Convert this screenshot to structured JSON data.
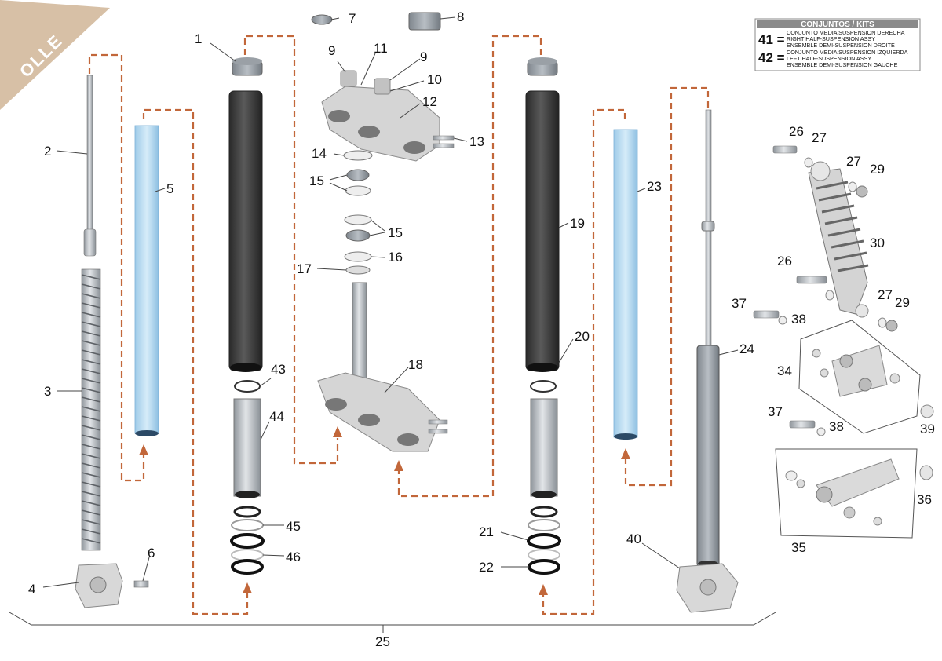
{
  "brand": {
    "text": "OLLE",
    "color": "#d7c0a6"
  },
  "kits_box": {
    "title": "CONJUNTOS / KITS",
    "entries": [
      {
        "num": "41 =",
        "lines": [
          "CONJUNTO MEDIA SUSPENSION DERECHA",
          "RIGHT HALF-SUSPENSION ASSY",
          "ENSEMBLE DEMI-SUSPENSION DROITE"
        ]
      },
      {
        "num": "42 =",
        "lines": [
          "CONJUNTO MEDIA SUSPENSION IZQUIERDA",
          "LEFT HALF-SUSPENSION ASSY",
          "ENSEMBLE DEMI-SUSPENSION GAUCHE"
        ]
      }
    ]
  },
  "colors": {
    "accent_dash": "#c2673a",
    "tube_blue": "#b9dcf2",
    "tube_dark": "#3a3a3a",
    "metal": "#c9c9c9"
  },
  "labels": {
    "n1": "1",
    "n2": "2",
    "n3": "3",
    "n4": "4",
    "n5": "5",
    "n6": "6",
    "n7": "7",
    "n8": "8",
    "n9a": "9",
    "n9b": "9",
    "n10": "10",
    "n11": "11",
    "n12": "12",
    "n13": "13",
    "n14": "14",
    "n15a": "15",
    "n15b": "15",
    "n16": "16",
    "n17": "17",
    "n18": "18",
    "n19": "19",
    "n20": "20",
    "n21": "21",
    "n22": "22",
    "n23": "23",
    "n24": "24",
    "n25": "25",
    "n26a": "26",
    "n26b": "26",
    "n27a": "27",
    "n27b": "27",
    "n27c": "27",
    "n29a": "29",
    "n29b": "29",
    "n30": "30",
    "n34": "34",
    "n35": "35",
    "n36": "36",
    "n37a": "37",
    "n37b": "37",
    "n38a": "38",
    "n38b": "38",
    "n39": "39",
    "n40": "40",
    "n43": "43",
    "n44": "44",
    "n45": "45",
    "n46": "46"
  }
}
